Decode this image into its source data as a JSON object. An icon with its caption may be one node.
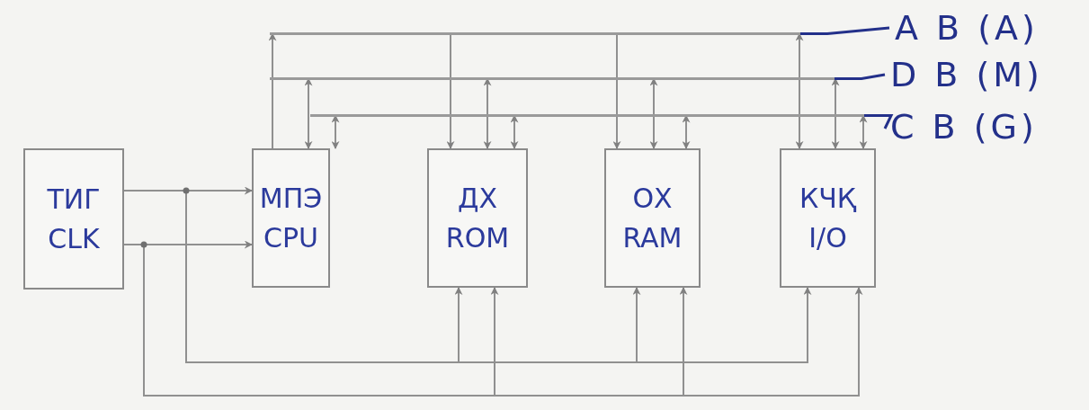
{
  "diagram": {
    "nodes": [
      {
        "text": [
          "ТИГ",
          "CLK"
        ]
      },
      {
        "text": [
          "МПЭ",
          "CPU"
        ]
      },
      {
        "text": [
          "ДХ",
          "ROM"
        ]
      },
      {
        "text": [
          "ОХ",
          "RAM"
        ]
      },
      {
        "text": [
          "КЧҚ",
          "I/O"
        ]
      },
      {
        "text": [],
        "shape": "bar"
      },
      {
        "text": [],
        "shape": "bar"
      },
      {
        "text": [],
        "shape": "bar"
      },
      {
        "text": [
          "A B (A)"
        ]
      },
      {
        "text": [
          "D B (M)"
        ]
      },
      {
        "text": [
          "C B (G)"
        ]
      }
    ],
    "edges": [
      {
        "from": 1,
        "to": 5,
        "arrow": "to"
      },
      {
        "from": 5,
        "to": 2,
        "arrow": "to"
      },
      {
        "from": 5,
        "to": 3,
        "arrow": "to"
      },
      {
        "from": 5,
        "to": 4,
        "arrow": "both"
      },
      {
        "from": 6,
        "to": 1,
        "arrow": "both"
      },
      {
        "from": 6,
        "to": 2,
        "arrow": "both"
      },
      {
        "from": 6,
        "to": 3,
        "arrow": "both"
      },
      {
        "from": 6,
        "to": 4,
        "arrow": "both"
      },
      {
        "from": 7,
        "to": 1,
        "arrow": "both"
      },
      {
        "from": 7,
        "to": 2,
        "arrow": "both"
      },
      {
        "from": 7,
        "to": 3,
        "arrow": "both"
      },
      {
        "from": 7,
        "to": 4,
        "arrow": "both"
      },
      {
        "from": 0,
        "to": 1,
        "arrow": "to"
      },
      {
        "from": 0,
        "to": 1,
        "arrow": "to"
      },
      {
        "from": 0,
        "to": 2,
        "arrow": "to"
      },
      {
        "from": 0,
        "to": 3,
        "arrow": "to"
      },
      {
        "from": 0,
        "to": 4,
        "arrow": "to"
      },
      {
        "from": 0,
        "to": 2,
        "arrow": "to"
      },
      {
        "from": 0,
        "to": 3,
        "arrow": "to"
      },
      {
        "from": 0,
        "to": 4,
        "arrow": "to"
      },
      {
        "from": 8,
        "to": 5,
        "arrow": "none",
        "color": "#23308a"
      },
      {
        "from": 9,
        "to": 6,
        "arrow": "none",
        "color": "#23308a"
      },
      {
        "from": 10,
        "to": 7,
        "arrow": "none",
        "color": "#23308a"
      }
    ]
  }
}
